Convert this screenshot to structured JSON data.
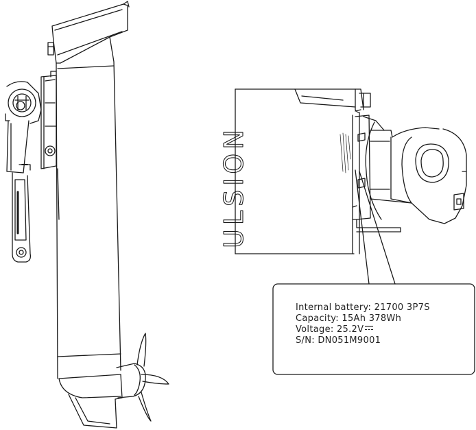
{
  "logo_fragment": "ULSION",
  "label_text": {
    "line1": "Internal battery: 21700 3P7S",
    "line2_prefix": "Capacity: ",
    "line2_value": "15Ah 378Wh",
    "line3_prefix": "Voltage: ",
    "line3_value": "25.2V",
    "line4": "S/N: DN051M9001"
  },
  "colors": {
    "stroke": "#1a1a1a",
    "text": "#222222",
    "background": "#ffffff"
  }
}
